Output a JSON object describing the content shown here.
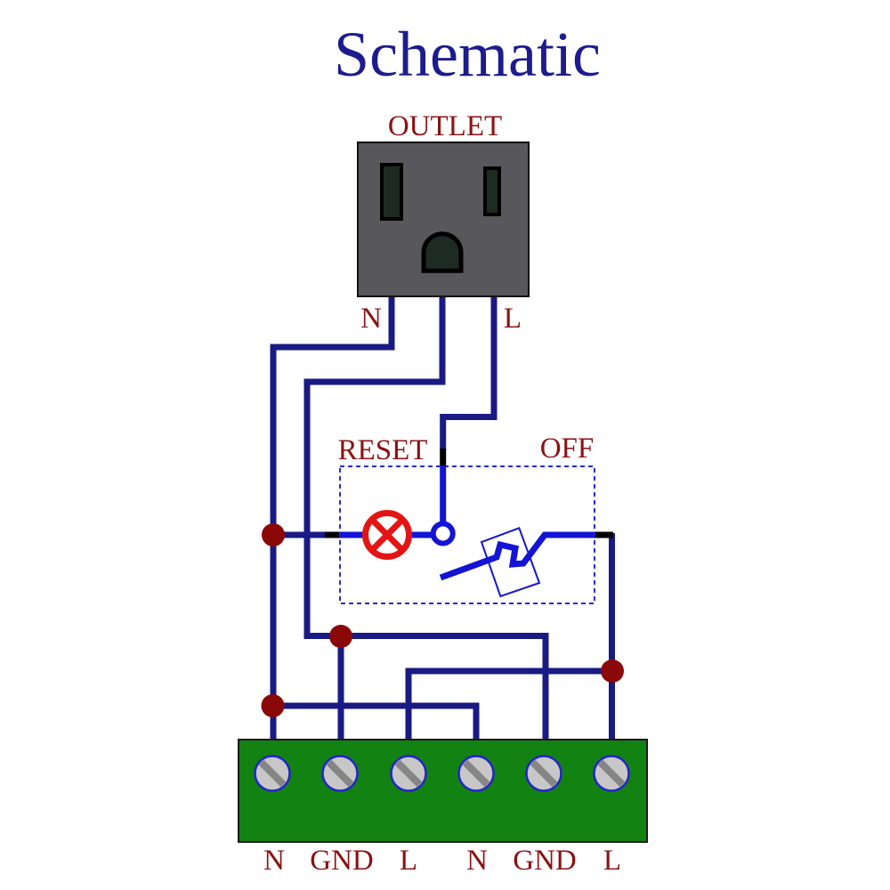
{
  "title": "Schematic",
  "outlet": {
    "label": "OUTLET",
    "pin_left_label": "N",
    "pin_right_label": "L"
  },
  "breaker_box": {
    "left_label": "RESET",
    "right_label": "OFF"
  },
  "terminal_block": {
    "labels": [
      "N",
      "GND",
      "L",
      "N",
      "GND",
      "L"
    ]
  },
  "colors": {
    "title_blue": "#1c1c8e",
    "wire_navy": "#1a1a85",
    "wire_royal_blue": "#1414d6",
    "crossing_black": "#000000",
    "lamp_red": "#e51414",
    "junction_dot_red": "#8b0808",
    "label_dark_red": "#8b1212",
    "outlet_gray": "#58585c",
    "outlet_slot_dark": "#1d2b22",
    "terminal_green": "#128212",
    "screw_gray": "#c7c7c7",
    "screw_slot_gray": "#858585",
    "screw_ring_blue": "#2323cc",
    "dashed_box_blue": "#2b2bd0"
  }
}
